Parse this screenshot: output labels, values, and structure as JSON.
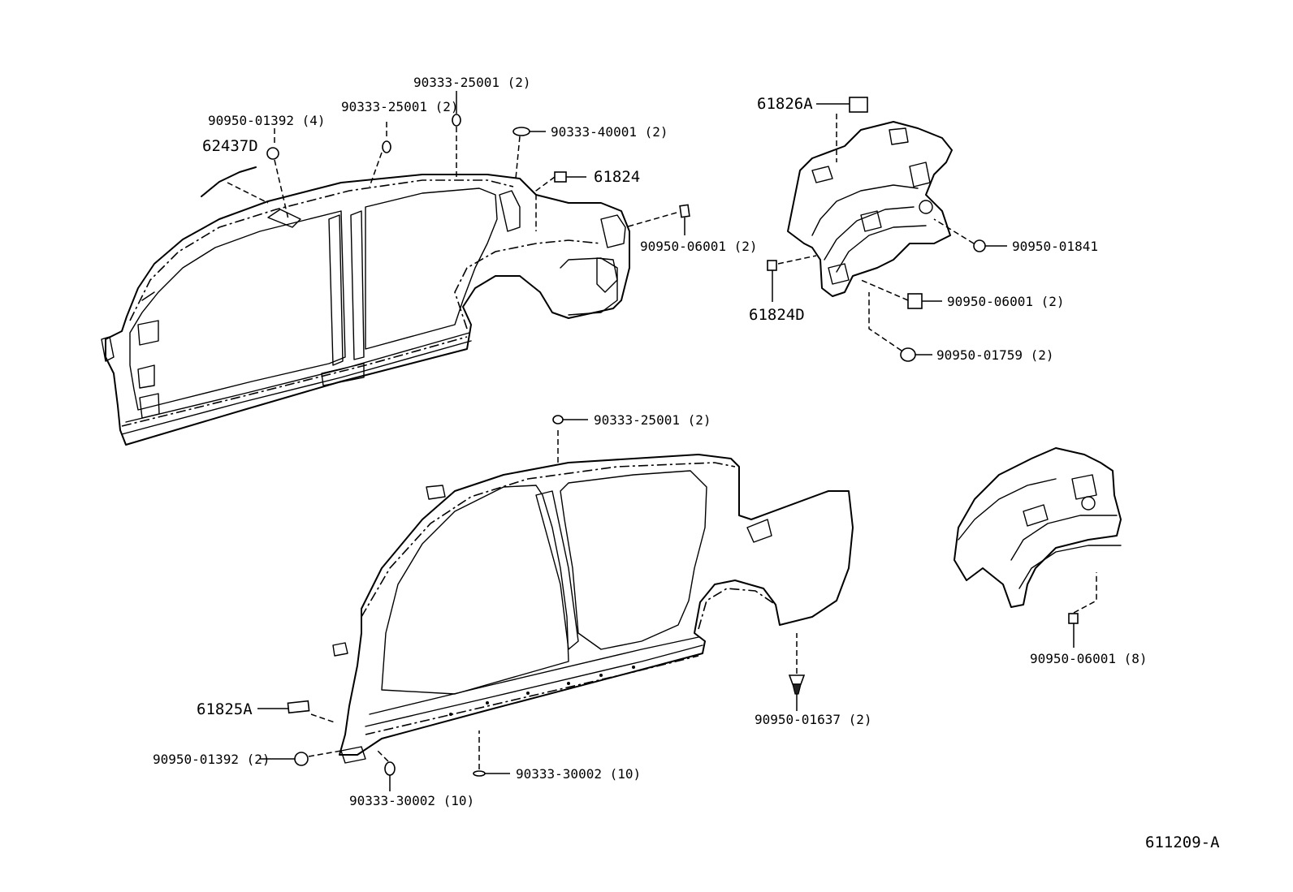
{
  "labels": {
    "p62437D": "62437D",
    "p90950_01392_4": "90950-01392 (4)",
    "p90333_25001_a": "90333-25001 (2)",
    "p90333_25001_b": "90333-25001 (2)",
    "p90333_40001": "90333-40001 (2)",
    "p61824": "61824",
    "p90950_06001_a": "90950-06001 (2)",
    "p61826A": "61826A",
    "p90950_01841": "90950-01841",
    "p61824D": "61824D",
    "p90950_06001_b": "90950-06001 (2)",
    "p90950_01759": "90950-01759 (2)",
    "p90333_25001_c": "90333-25001 (2)",
    "p61825A": "61825A",
    "p90950_01392_2": "90950-01392 (2)",
    "p90333_30002_a": "90333-30002 (10)",
    "p90333_30002_b": "90333-30002 (10)",
    "p90950_01637": "90950-01637 (2)",
    "p90950_06001_c": "90950-06001 (8)"
  },
  "figure_id": "611209-A"
}
